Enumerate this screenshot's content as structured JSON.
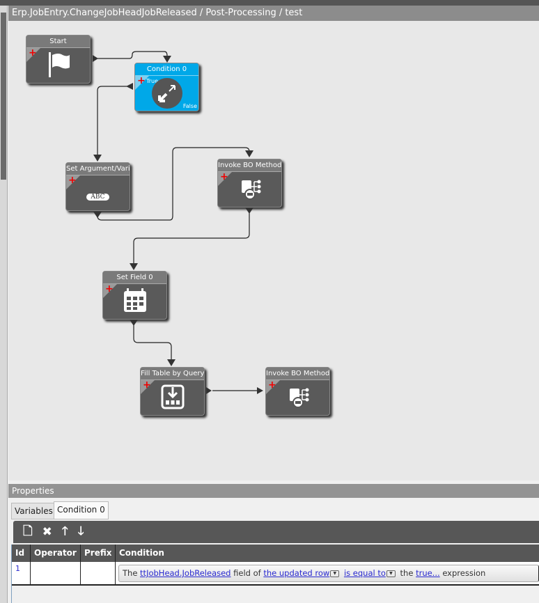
{
  "title": "Erp.JobEntry.ChangeJobHeadJobReleased / Post-Processing / test",
  "nodes": {
    "start": {
      "label": "Start",
      "icon": "flag-icon"
    },
    "condition": {
      "label": "Condition 0",
      "true_label": "True",
      "false_label": "False",
      "icon": "condition-arrows-icon"
    },
    "set_argument": {
      "label": "Set Argument/Vari",
      "icon_text": "ABC"
    },
    "invoke1": {
      "label": "Invoke BO Method",
      "icon": "bo-method-icon"
    },
    "set_field": {
      "label": "Set Field 0",
      "icon": "calendar-grid-icon"
    },
    "fill_table": {
      "label": "Fill Table by Query",
      "icon": "download-table-icon"
    },
    "invoke2": {
      "label": "Invoke BO Method",
      "icon": "bo-method-icon"
    }
  },
  "properties": {
    "header": "Properties",
    "tabs": [
      "Variables",
      "Condition 0"
    ],
    "active_tab": "Condition 0",
    "toolbar": [
      "new-icon",
      "delete-icon",
      "move-up-icon",
      "move-down-icon"
    ],
    "columns": [
      "Id",
      "Operator",
      "Prefix",
      "Condition"
    ],
    "rows": [
      {
        "id": "1",
        "operator": "",
        "prefix": "",
        "condition": {
          "t1": "The",
          "field": "ttJobHead.JobReleased",
          "t2": "field of",
          "row": "the updated row",
          "op": "is equal to",
          "t3": "the",
          "value": "true...",
          "t4": "expression"
        }
      }
    ]
  }
}
